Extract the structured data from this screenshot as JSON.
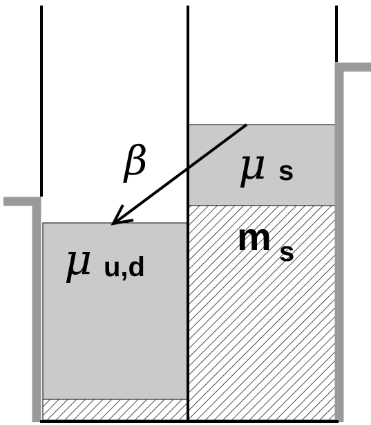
{
  "labels": {
    "beta": "β",
    "mu_ud": {
      "symbol": "μ",
      "subscript": "u,d"
    },
    "mu_s": {
      "symbol": "μ",
      "subscript": "s"
    },
    "m_s": {
      "symbol": "m",
      "subscript": "s"
    }
  },
  "colors": {
    "wall_gray": "#9a9a9a",
    "fill_gray": "#cacaca",
    "line": "#000000",
    "background": "#ffffff"
  }
}
